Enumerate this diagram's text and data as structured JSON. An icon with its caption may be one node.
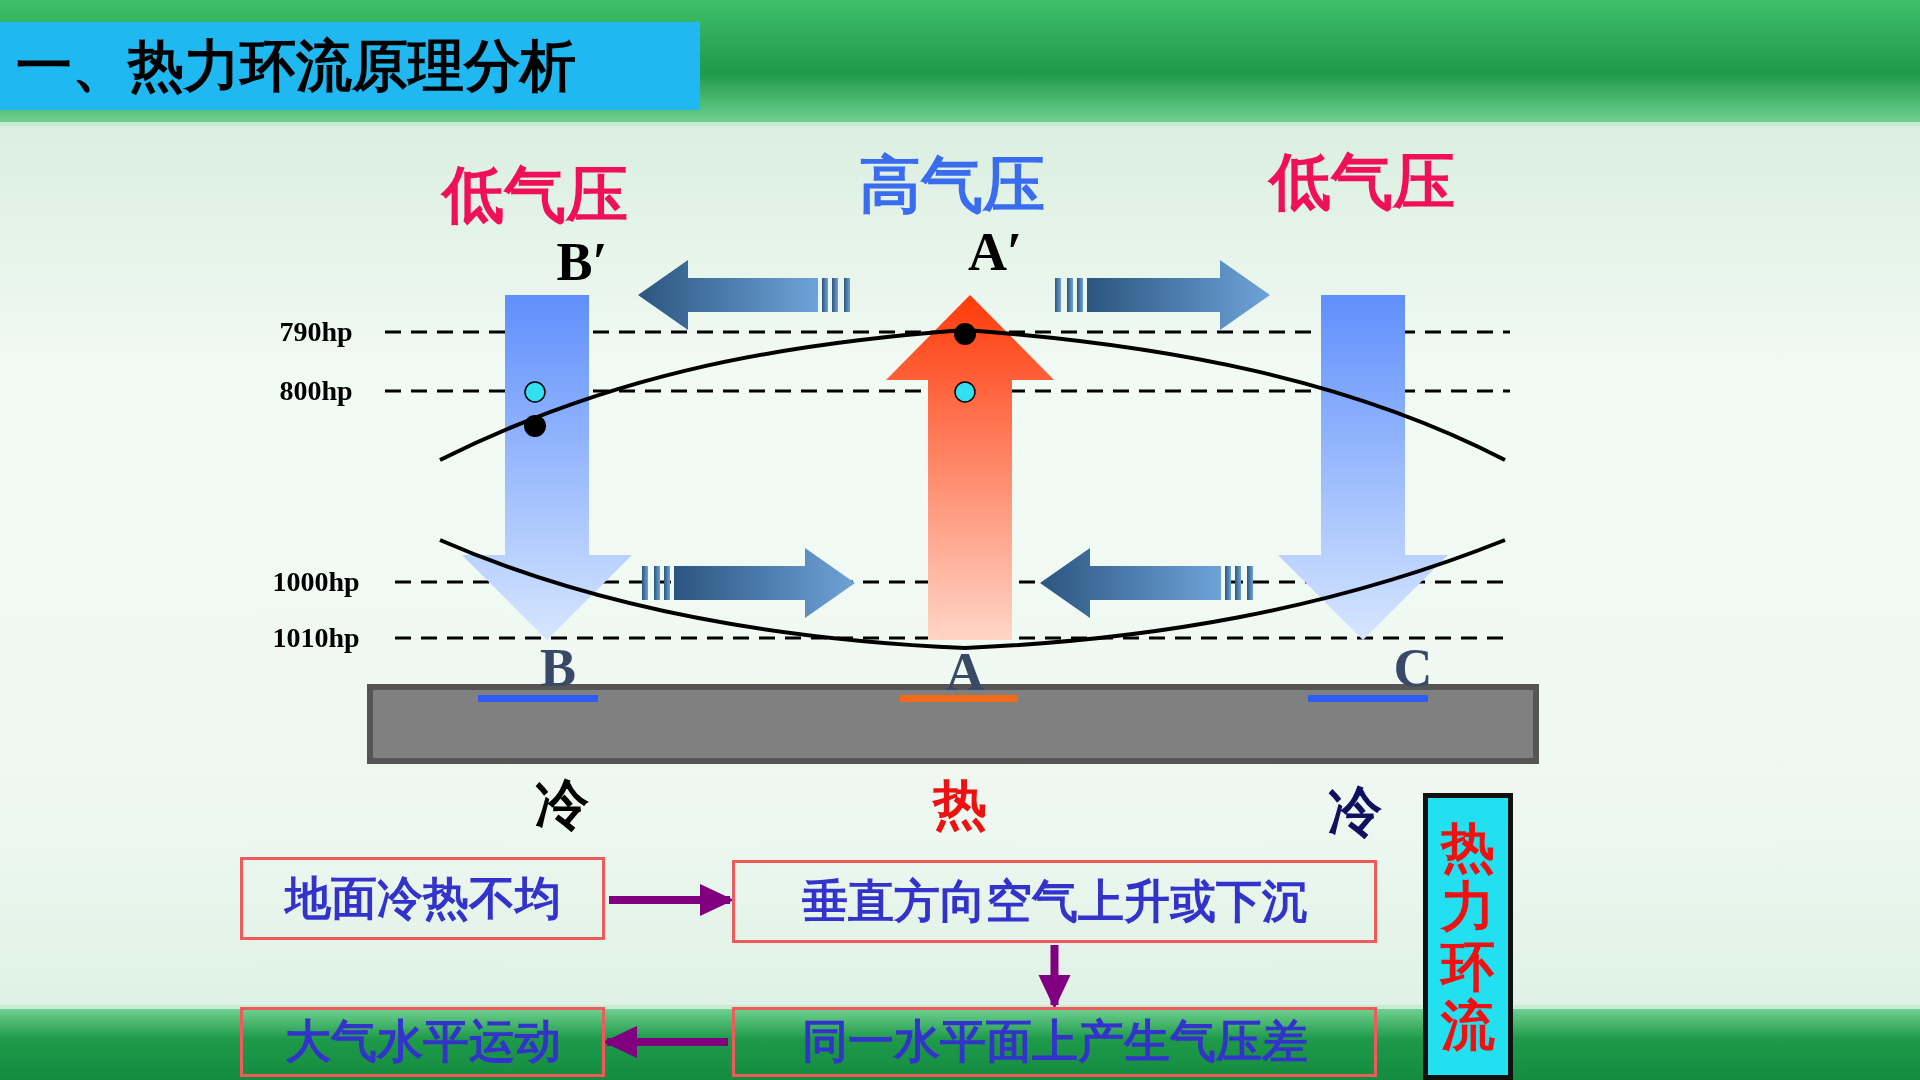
{
  "diagram": {
    "title": "一、热力环流原理分析",
    "nodes": [
      {
        "text": [
          "地面冷热不均"
        ]
      },
      {
        "text": [
          "垂直方向空气上升或下沉"
        ]
      },
      {
        "text": [
          "热力环流"
        ]
      },
      {
        "text": [
          "大气水平运动"
        ]
      },
      {
        "text": [
          "同一水平面上产生气压差"
        ]
      }
    ],
    "edges": [
      {
        "from": 0,
        "to": 1,
        "arrow": "to"
      },
      {
        "from": 1,
        "to": 4,
        "arrow": "to"
      },
      {
        "from": 4,
        "to": 3,
        "arrow": "to"
      }
    ],
    "labels": [
      "低气压",
      "高气压",
      "低气压",
      "B′",
      "A′",
      "790hp",
      "800hp",
      "1000hp",
      "1010hp",
      "B",
      "A",
      "C",
      "冷",
      "热",
      "冷"
    ]
  }
}
